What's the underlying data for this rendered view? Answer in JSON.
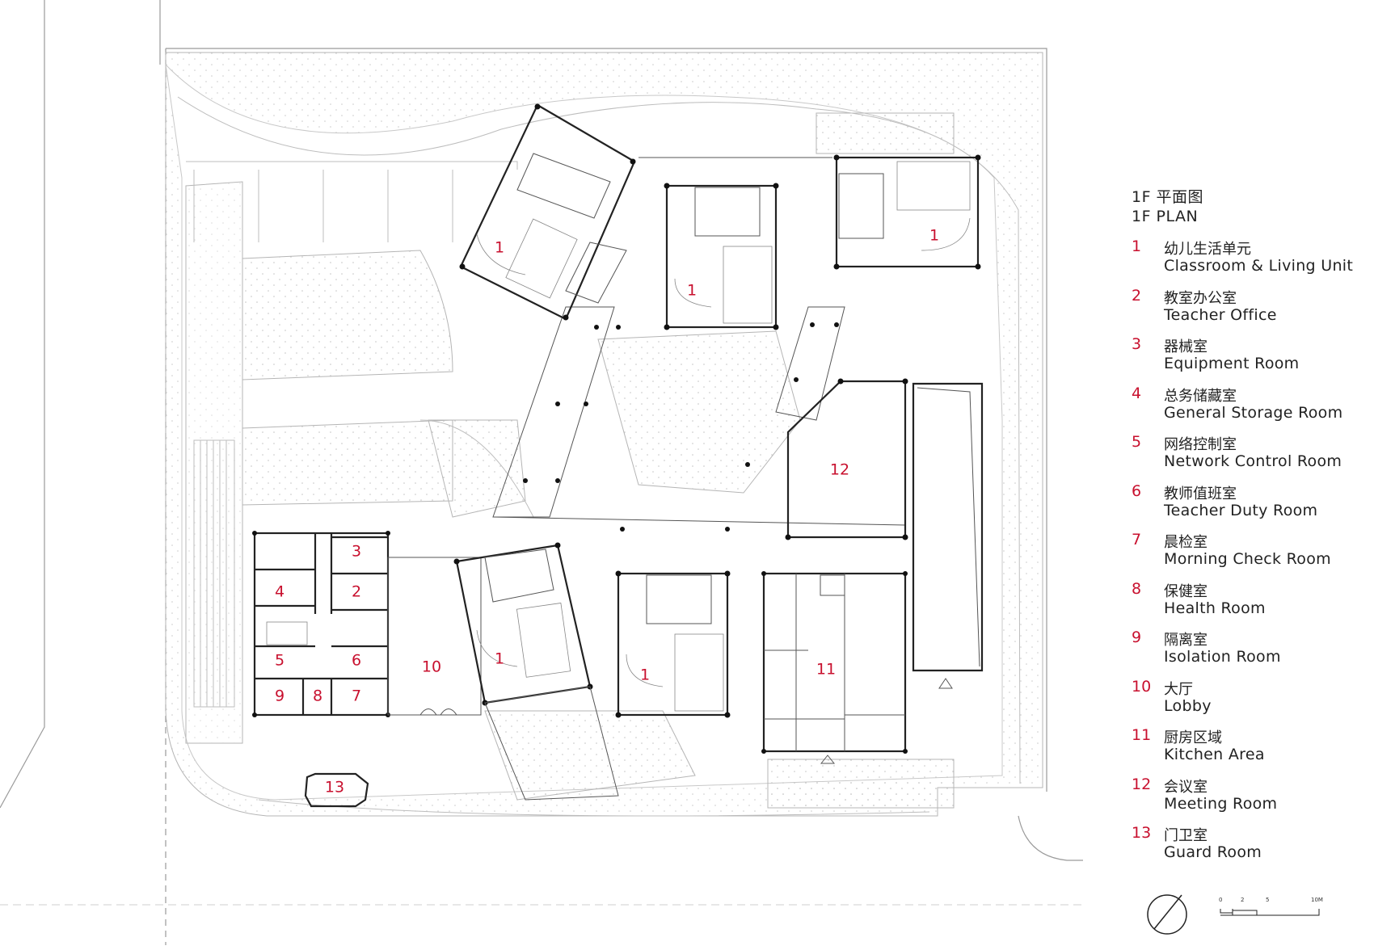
{
  "plan_title_zh": "1F 平面图",
  "plan_title_en": "1F PLAN",
  "legend": [
    {
      "num": "1",
      "zh": "幼儿生活单元",
      "en": "Classroom & Living Unit"
    },
    {
      "num": "2",
      "zh": "教室办公室",
      "en": "Teacher Office"
    },
    {
      "num": "3",
      "zh": "器械室",
      "en": "Equipment Room"
    },
    {
      "num": "4",
      "zh": "总务储藏室",
      "en": "General Storage Room"
    },
    {
      "num": "5",
      "zh": "网络控制室",
      "en": "Network Control Room"
    },
    {
      "num": "6",
      "zh": "教师值班室",
      "en": "Teacher Duty Room"
    },
    {
      "num": "7",
      "zh": "晨检室",
      "en": "Morning Check Room"
    },
    {
      "num": "8",
      "zh": "保健室",
      "en": "Health Room"
    },
    {
      "num": "9",
      "zh": "隔离室",
      "en": "Isolation Room"
    },
    {
      "num": "10",
      "zh": "大厅",
      "en": "Lobby"
    },
    {
      "num": "11",
      "zh": "厨房区域",
      "en": "Kitchen Area"
    },
    {
      "num": "12",
      "zh": "会议室",
      "en": "Meeting Room"
    },
    {
      "num": "13",
      "zh": "门卫室",
      "en": "Guard Room"
    }
  ],
  "room_labels": {
    "classroom_nw": "1",
    "classroom_n": "1",
    "classroom_ne": "1",
    "classroom_sw": "1",
    "classroom_s": "1",
    "teacher_office": "2",
    "equipment_room": "3",
    "general_storage": "4",
    "network_control": "5",
    "teacher_duty": "6",
    "morning_check": "7",
    "health_room": "8",
    "isolation_room": "9",
    "lobby": "10",
    "kitchen": "11",
    "meeting_room": "12",
    "guard_room": "13"
  },
  "scale_bar": {
    "ticks": [
      "0",
      "2",
      "5",
      "10M"
    ]
  },
  "colors": {
    "room_number": "#c8102e",
    "line": "#222222",
    "site_line": "#9a9a9a"
  }
}
